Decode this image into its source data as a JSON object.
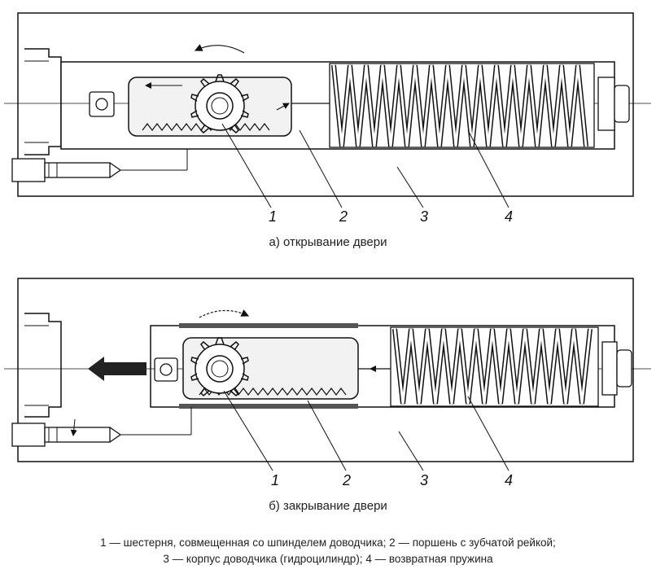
{
  "panels": [
    {
      "caption": "а) открывание двери",
      "callouts": [
        "1",
        "2",
        "3",
        "4"
      ]
    },
    {
      "caption": "б) закрывание двери",
      "callouts": [
        "1",
        "2",
        "3",
        "4"
      ]
    }
  ],
  "legend": {
    "line1": "1 — шестерня, совмещенная со шпинделем доводчика; 2 — поршень с зубчатой рейкой;",
    "line2": "3 — корпус доводчика (гидроцилиндр); 4 — возвратная пружина"
  },
  "colors": {
    "line": "#111111",
    "fill_light": "#f2f2f2",
    "fill_grey": "#cfcfcf",
    "arrow": "#222222"
  }
}
